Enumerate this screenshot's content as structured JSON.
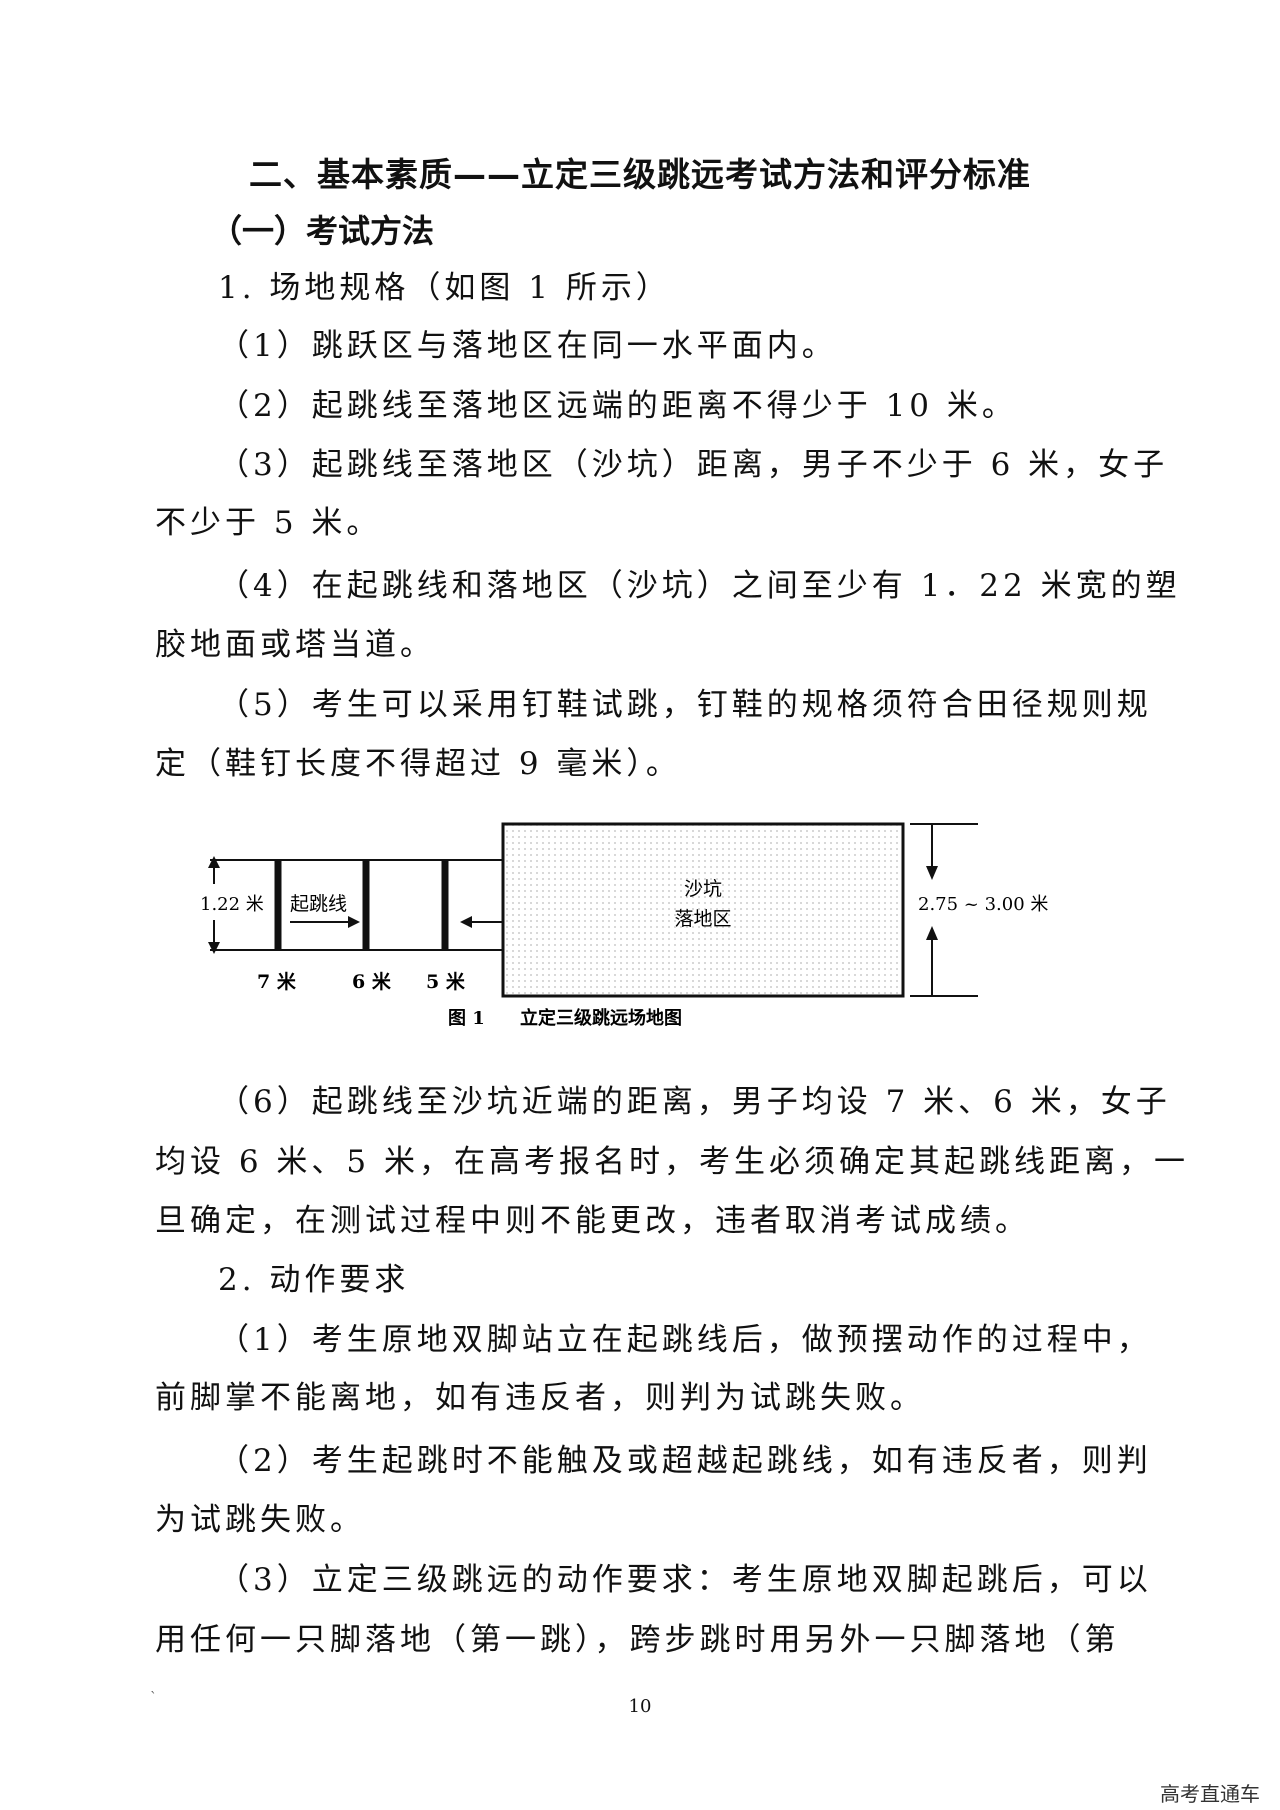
{
  "doc": {
    "title": "二、基本素质——立定三级跳远考试方法和评分标准",
    "section": "（一）考试方法",
    "sub1": "1. 场地规格（如图 1 所示）",
    "p1": "（1）跳跃区与落地区在同一水平面内。",
    "p2": "（2）起跳线至落地区远端的距离不得少于 10 米。",
    "p3a": "（3）起跳线至落地区（沙坑）距离，男子不少于 6 米，女子",
    "p3b": "不少于 5 米。",
    "p4a": "（4）在起跳线和落地区（沙坑）之间至少有 1．22 米宽的塑",
    "p4b": "胶地面或塔当道。",
    "p5a": "（5）考生可以采用钉鞋试跳，钉鞋的规格须符合田径规则规",
    "p5b": "定（鞋钉长度不得超过 9 毫米）。",
    "p6a": "（6）起跳线至沙坑近端的距离，男子均设 7 米、6 米，女子",
    "p6b": "均设 6 米、5 米，在高考报名时，考生必须确定其起跳线距离，一",
    "p6c": "旦确定，在测试过程中则不能更改，违者取消考试成绩。",
    "sub2": "2. 动作要求",
    "q1a": "（1）考生原地双脚站立在起跳线后，做预摆动作的过程中，",
    "q1b": "前脚掌不能离地，如有违反者，则判为试跳失败。",
    "q2a": "（2）考生起跳时不能触及或超越起跳线，如有违反者，则判",
    "q2b": "为试跳失败。",
    "q3a": "（3）立定三级跳远的动作要求：考生原地双脚起跳后，可以",
    "q3b": "用任何一只脚落地（第一跳），跨步跳时用另外一只脚落地（第",
    "page_number": "10",
    "tick": "`",
    "watermark": "高考直通车"
  },
  "figure": {
    "width_label": "1.22 米",
    "takeoff_label": "起跳线",
    "pit_label_1": "沙坑",
    "pit_label_2": "落地区",
    "pit_width_label": "2.75 ~ 3.00 米",
    "line_7": "7 米",
    "line_6": "6 米",
    "line_5": "5 米",
    "caption_num": "图 1",
    "caption_text": "立定三级跳远场地图",
    "pit_color": "#bbbbbb"
  }
}
